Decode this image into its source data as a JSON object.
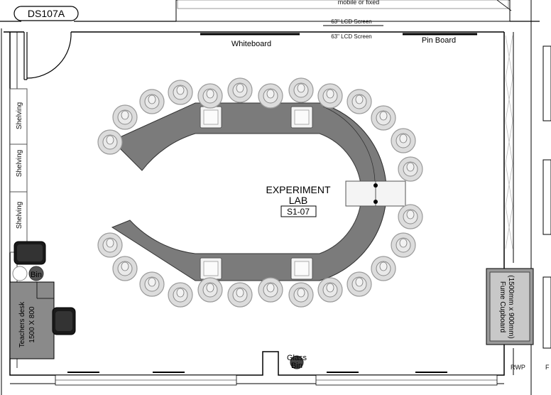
{
  "room_tag": "DS107A",
  "top_labels": {
    "mobile": "mobile or fixed",
    "lcd_upper": "63\" LCD Screen",
    "lcd_lower": "63\" LCD Screen"
  },
  "wall_fixtures": {
    "whiteboard": "Whiteboard",
    "pin_board": "Pin Board"
  },
  "shelving": [
    "Shelving",
    "Shelving",
    "Shelving"
  ],
  "room_title": {
    "line1": "EXPERIMENT",
    "line2": "LAB",
    "code": "S1-07"
  },
  "bin": "Bin",
  "glass_bin": {
    "line1": "Glass",
    "line2": "Bin"
  },
  "teachers_desk": {
    "line1": "Teachers desk",
    "line2": "1500 X 800"
  },
  "fume_cupboard": {
    "line1": "Fume Cupboard",
    "line2": "(1500mm x 900mm)"
  },
  "rwp": "RWP",
  "edge_letter": "F"
}
